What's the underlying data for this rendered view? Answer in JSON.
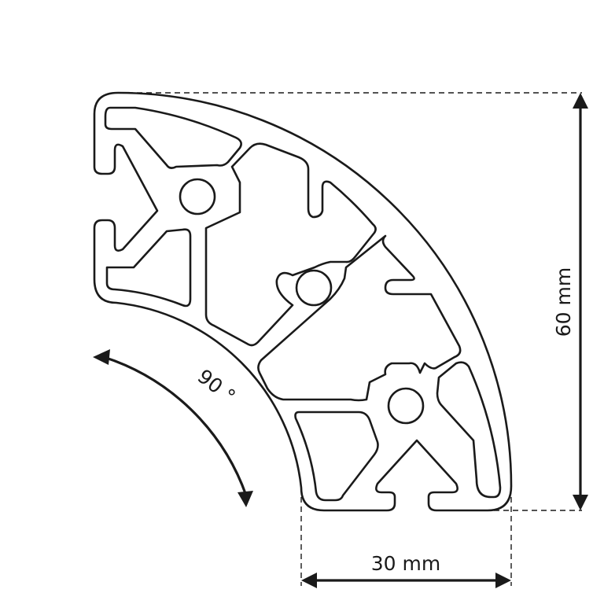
{
  "dimensions": {
    "height": "60 mm",
    "width": "30 mm",
    "angle": "90 °"
  },
  "colors": {
    "line": "#1a1a1a",
    "background": "#ffffff"
  }
}
